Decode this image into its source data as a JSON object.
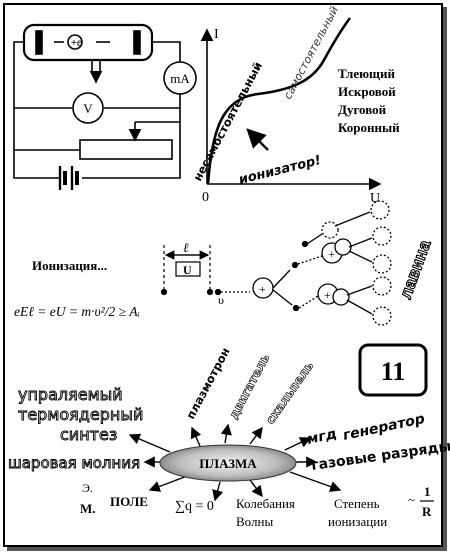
{
  "circuit": {
    "ammeter": "mA",
    "voltmeter": "V"
  },
  "graph": {
    "y_axis": "I",
    "x_axis": "U",
    "origin": "0",
    "non_self": "несамостоятельный",
    "self": "самостоятельный",
    "ionizer": "ионизатор!"
  },
  "discharge_types": [
    "Тлеющий",
    "Искровой",
    "Дуговой",
    "Коронный"
  ],
  "ionization": {
    "title": "Ионизация...",
    "length": "ℓ",
    "voltage": "U",
    "speed": "υ",
    "formula": "eEℓ = eU = m·υ²/2 ≥ Aᵢ",
    "avalanche": "лавина",
    "plus": "+"
  },
  "page_number": "11",
  "plasma": {
    "center": "ПЛАЗМА",
    "fusion": [
      "упраляемый",
      "термоядерный",
      "синтез"
    ],
    "ball_lightning": "шаровая молния",
    "plasmatron": "плазмотрон",
    "engine": "двигатель",
    "scalpel": "скальпель",
    "mhd": "мгд",
    "generator": "генератор",
    "gas_discharges": "газовые разряды",
    "field_e": "Э.",
    "field_m": "М.",
    "field": "ПОЛЕ",
    "charge_sum": "∑q = 0",
    "oscillations": "Колебания",
    "waves": "Волны",
    "degree": "Степень",
    "ionization": "ионизации",
    "prop": "~",
    "frac_num": "1",
    "frac_den": "R"
  }
}
